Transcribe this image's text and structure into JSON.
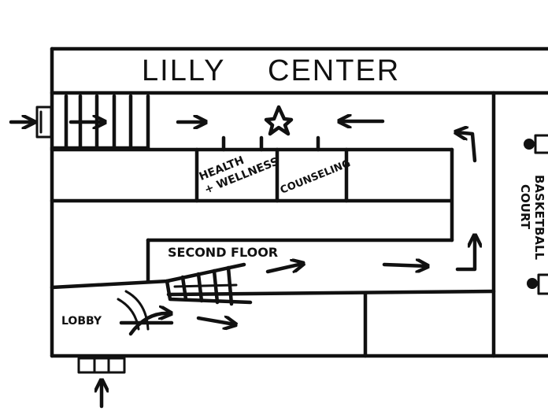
{
  "title": {
    "word1": "LILLY",
    "word2": "CENTER"
  },
  "rooms": {
    "health_line1": "HEALTH",
    "health_line2": "+ WELLNESS",
    "counseling": "COUNSELING",
    "second_floor": "SECOND  FLOOR",
    "lobby": "LOBBY",
    "basketball_line1": "BASKETBALL",
    "basketball_line2": "COURT"
  },
  "icons": {
    "destination": "star-icon",
    "route": "arrow-icon",
    "stairs": "stairs-icon",
    "doors": "door-icon"
  },
  "colors": {
    "ink": "#111111",
    "paper": "#ffffff"
  }
}
